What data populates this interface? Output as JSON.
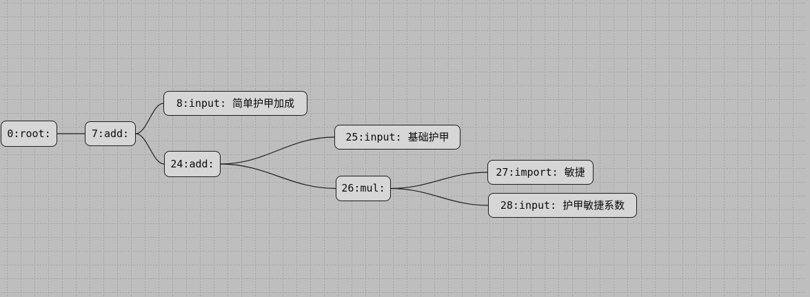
{
  "canvas": {
    "background_color": "#bebebe",
    "grid_color": "#a2a2a2",
    "node_fill": "#d6d6d6",
    "node_border": "#1c1c1c",
    "edge_color": "#1c1c1c",
    "text_color": "#0a0a0a"
  },
  "nodes": [
    {
      "id": "0",
      "label": "0:root:"
    },
    {
      "id": "7",
      "label": "7:add:"
    },
    {
      "id": "8",
      "label": "8:input: 简单护甲加成"
    },
    {
      "id": "24",
      "label": "24:add:"
    },
    {
      "id": "25",
      "label": "25:input: 基础护甲"
    },
    {
      "id": "26",
      "label": "26:mul:"
    },
    {
      "id": "27",
      "label": "27:import: 敏捷"
    },
    {
      "id": "28",
      "label": "28:input: 护甲敏捷系数"
    }
  ],
  "edges": [
    {
      "from": "0",
      "to": "7"
    },
    {
      "from": "7",
      "to": "8"
    },
    {
      "from": "7",
      "to": "24"
    },
    {
      "from": "24",
      "to": "25"
    },
    {
      "from": "24",
      "to": "26"
    },
    {
      "from": "26",
      "to": "27"
    },
    {
      "from": "26",
      "to": "28"
    }
  ]
}
